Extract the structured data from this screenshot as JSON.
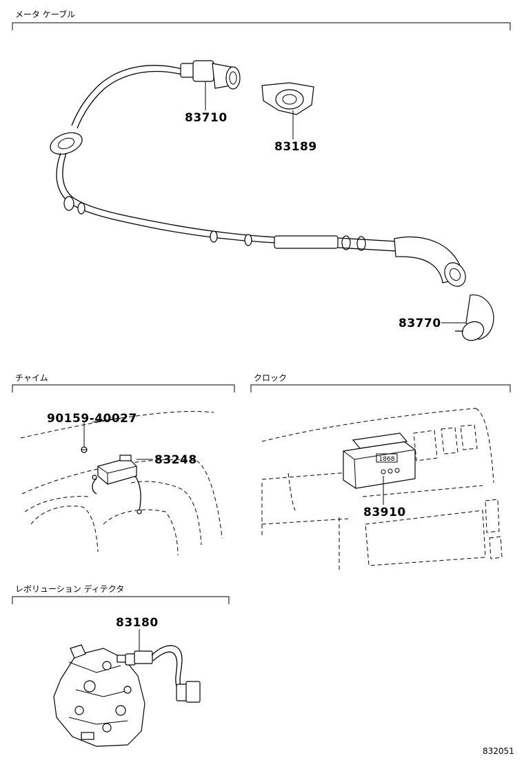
{
  "sections": {
    "meter_cable": {
      "title": "メータ ケーブル"
    },
    "chime": {
      "title": "チャイム"
    },
    "clock": {
      "title": "クロック"
    },
    "revolution_detector": {
      "title": "レボリューション ディテクタ"
    }
  },
  "parts": {
    "p83710": "83710",
    "p83189": "83189",
    "p83770": "83770",
    "p9015940027": "90159-40027",
    "p83248": "83248",
    "p83910": "83910",
    "p83180": "83180"
  },
  "clock_display": "1868",
  "footer": {
    "code": "832051"
  }
}
